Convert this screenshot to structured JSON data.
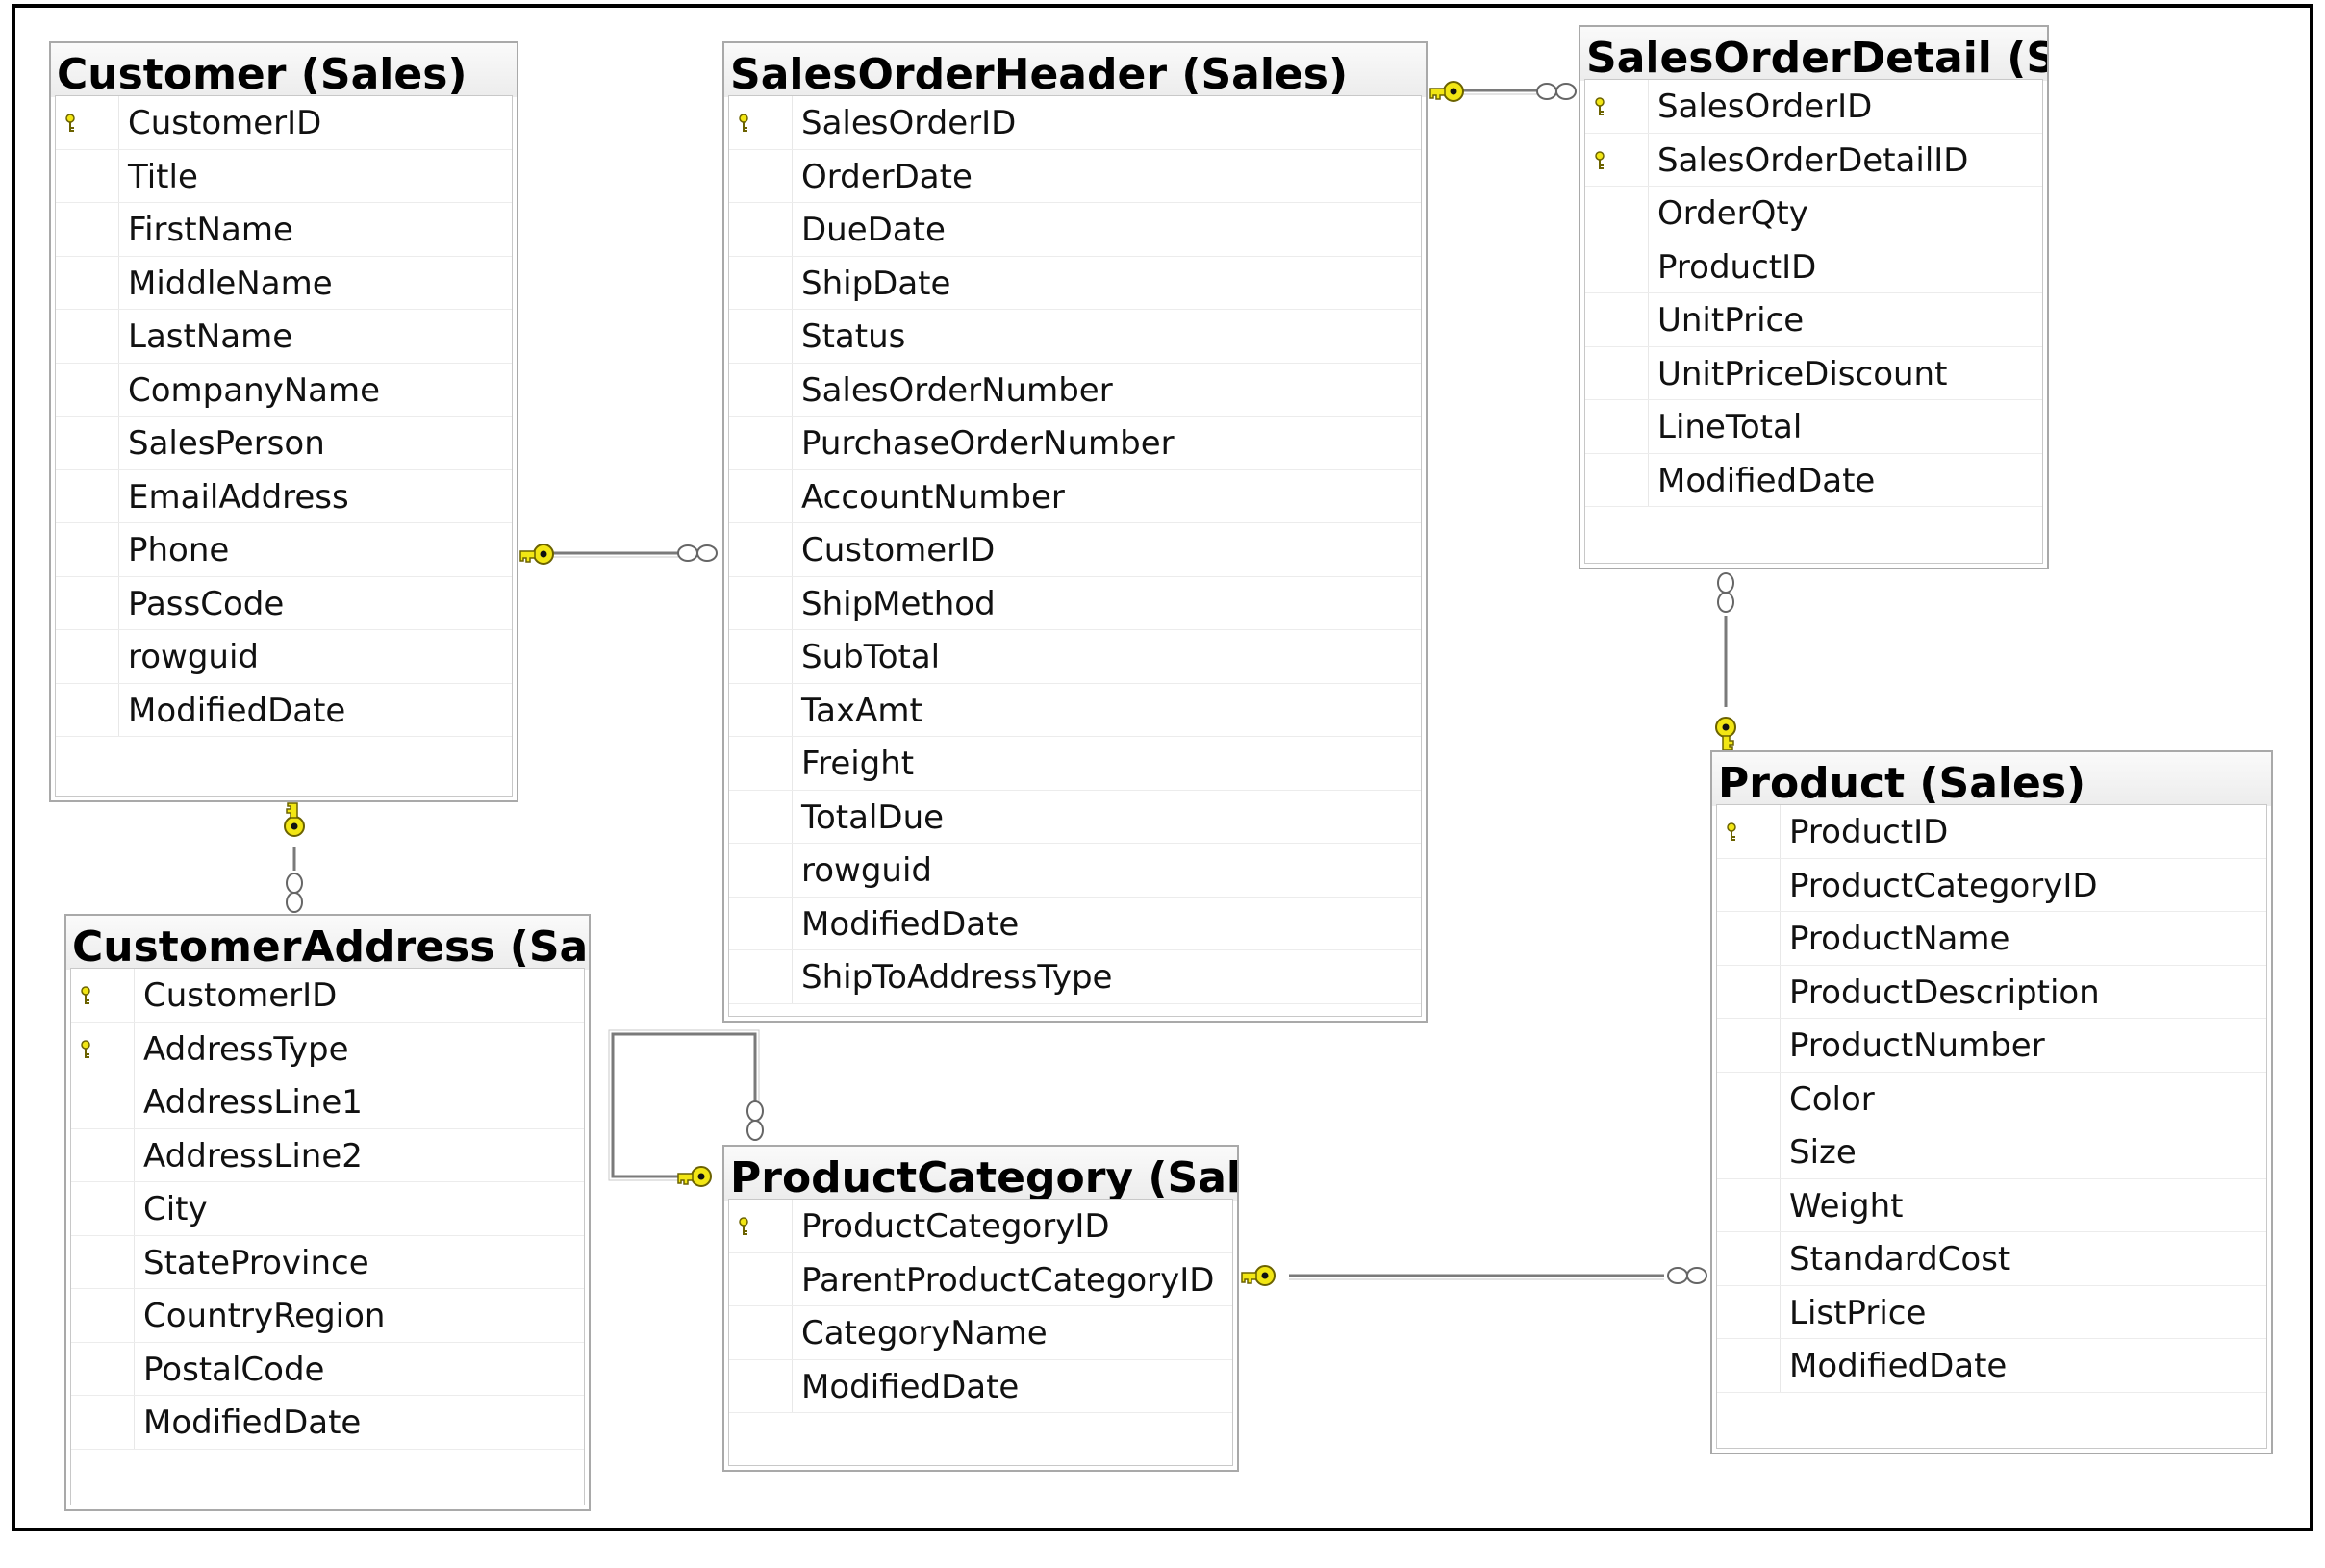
{
  "tables": {
    "customer": {
      "title": "Customer (Sales)",
      "columns": [
        {
          "name": "CustomerID",
          "primary_key": true
        },
        {
          "name": "Title"
        },
        {
          "name": "FirstName"
        },
        {
          "name": "MiddleName"
        },
        {
          "name": "LastName"
        },
        {
          "name": "CompanyName"
        },
        {
          "name": "SalesPerson"
        },
        {
          "name": "EmailAddress"
        },
        {
          "name": "Phone"
        },
        {
          "name": "PassCode"
        },
        {
          "name": "rowguid"
        },
        {
          "name": "ModifiedDate"
        }
      ]
    },
    "sales_order_header": {
      "title": "SalesOrderHeader (Sales)",
      "columns": [
        {
          "name": "SalesOrderID",
          "primary_key": true
        },
        {
          "name": "OrderDate"
        },
        {
          "name": "DueDate"
        },
        {
          "name": "ShipDate"
        },
        {
          "name": "Status"
        },
        {
          "name": "SalesOrderNumber"
        },
        {
          "name": "PurchaseOrderNumber"
        },
        {
          "name": "AccountNumber"
        },
        {
          "name": "CustomerID"
        },
        {
          "name": "ShipMethod"
        },
        {
          "name": "SubTotal"
        },
        {
          "name": "TaxAmt"
        },
        {
          "name": "Freight"
        },
        {
          "name": "TotalDue"
        },
        {
          "name": "rowguid"
        },
        {
          "name": "ModifiedDate"
        },
        {
          "name": "ShipToAddressType"
        }
      ]
    },
    "sales_order_detail": {
      "title": "SalesOrderDetail (Sal",
      "columns": [
        {
          "name": "SalesOrderID",
          "primary_key": true
        },
        {
          "name": "SalesOrderDetailID",
          "primary_key": true
        },
        {
          "name": "OrderQty"
        },
        {
          "name": "ProductID"
        },
        {
          "name": "UnitPrice"
        },
        {
          "name": "UnitPriceDiscount"
        },
        {
          "name": "LineTotal"
        },
        {
          "name": "ModifiedDate"
        }
      ]
    },
    "customer_address": {
      "title": "CustomerAddress (Sales",
      "columns": [
        {
          "name": "CustomerID",
          "primary_key": true
        },
        {
          "name": "AddressType",
          "primary_key": true
        },
        {
          "name": "AddressLine1"
        },
        {
          "name": "AddressLine2"
        },
        {
          "name": "City"
        },
        {
          "name": "StateProvince"
        },
        {
          "name": "CountryRegion"
        },
        {
          "name": "PostalCode"
        },
        {
          "name": "ModifiedDate"
        }
      ]
    },
    "product_category": {
      "title": "ProductCategory (Sales",
      "columns": [
        {
          "name": "ProductCategoryID",
          "primary_key": true
        },
        {
          "name": "ParentProductCategoryID"
        },
        {
          "name": "CategoryName"
        },
        {
          "name": "ModifiedDate"
        }
      ]
    },
    "product": {
      "title": "Product (Sales)",
      "columns": [
        {
          "name": "ProductID",
          "primary_key": true
        },
        {
          "name": "ProductCategoryID"
        },
        {
          "name": "ProductName"
        },
        {
          "name": "ProductDescription"
        },
        {
          "name": "ProductNumber"
        },
        {
          "name": "Color"
        },
        {
          "name": "Size"
        },
        {
          "name": "Weight"
        },
        {
          "name": "StandardCost"
        },
        {
          "name": "ListPrice"
        },
        {
          "name": "ModifiedDate"
        }
      ]
    }
  },
  "relationships": [
    {
      "one": "customer",
      "many": "sales_order_header"
    },
    {
      "one": "sales_order_header",
      "many": "sales_order_detail"
    },
    {
      "one": "product",
      "many": "sales_order_detail"
    },
    {
      "one": "customer",
      "many": "customer_address"
    },
    {
      "one": "product_category",
      "many": "product_category"
    },
    {
      "one": "product_category",
      "many": "product"
    }
  ],
  "colors": {
    "key_fill": "#f2e614",
    "key_stroke": "#6b6200",
    "connector": "#7a7a7a",
    "frame": "#000000"
  },
  "icons": {
    "primary_key": "key-icon",
    "one_end": "key-icon",
    "many_end": "infinity-icon"
  }
}
